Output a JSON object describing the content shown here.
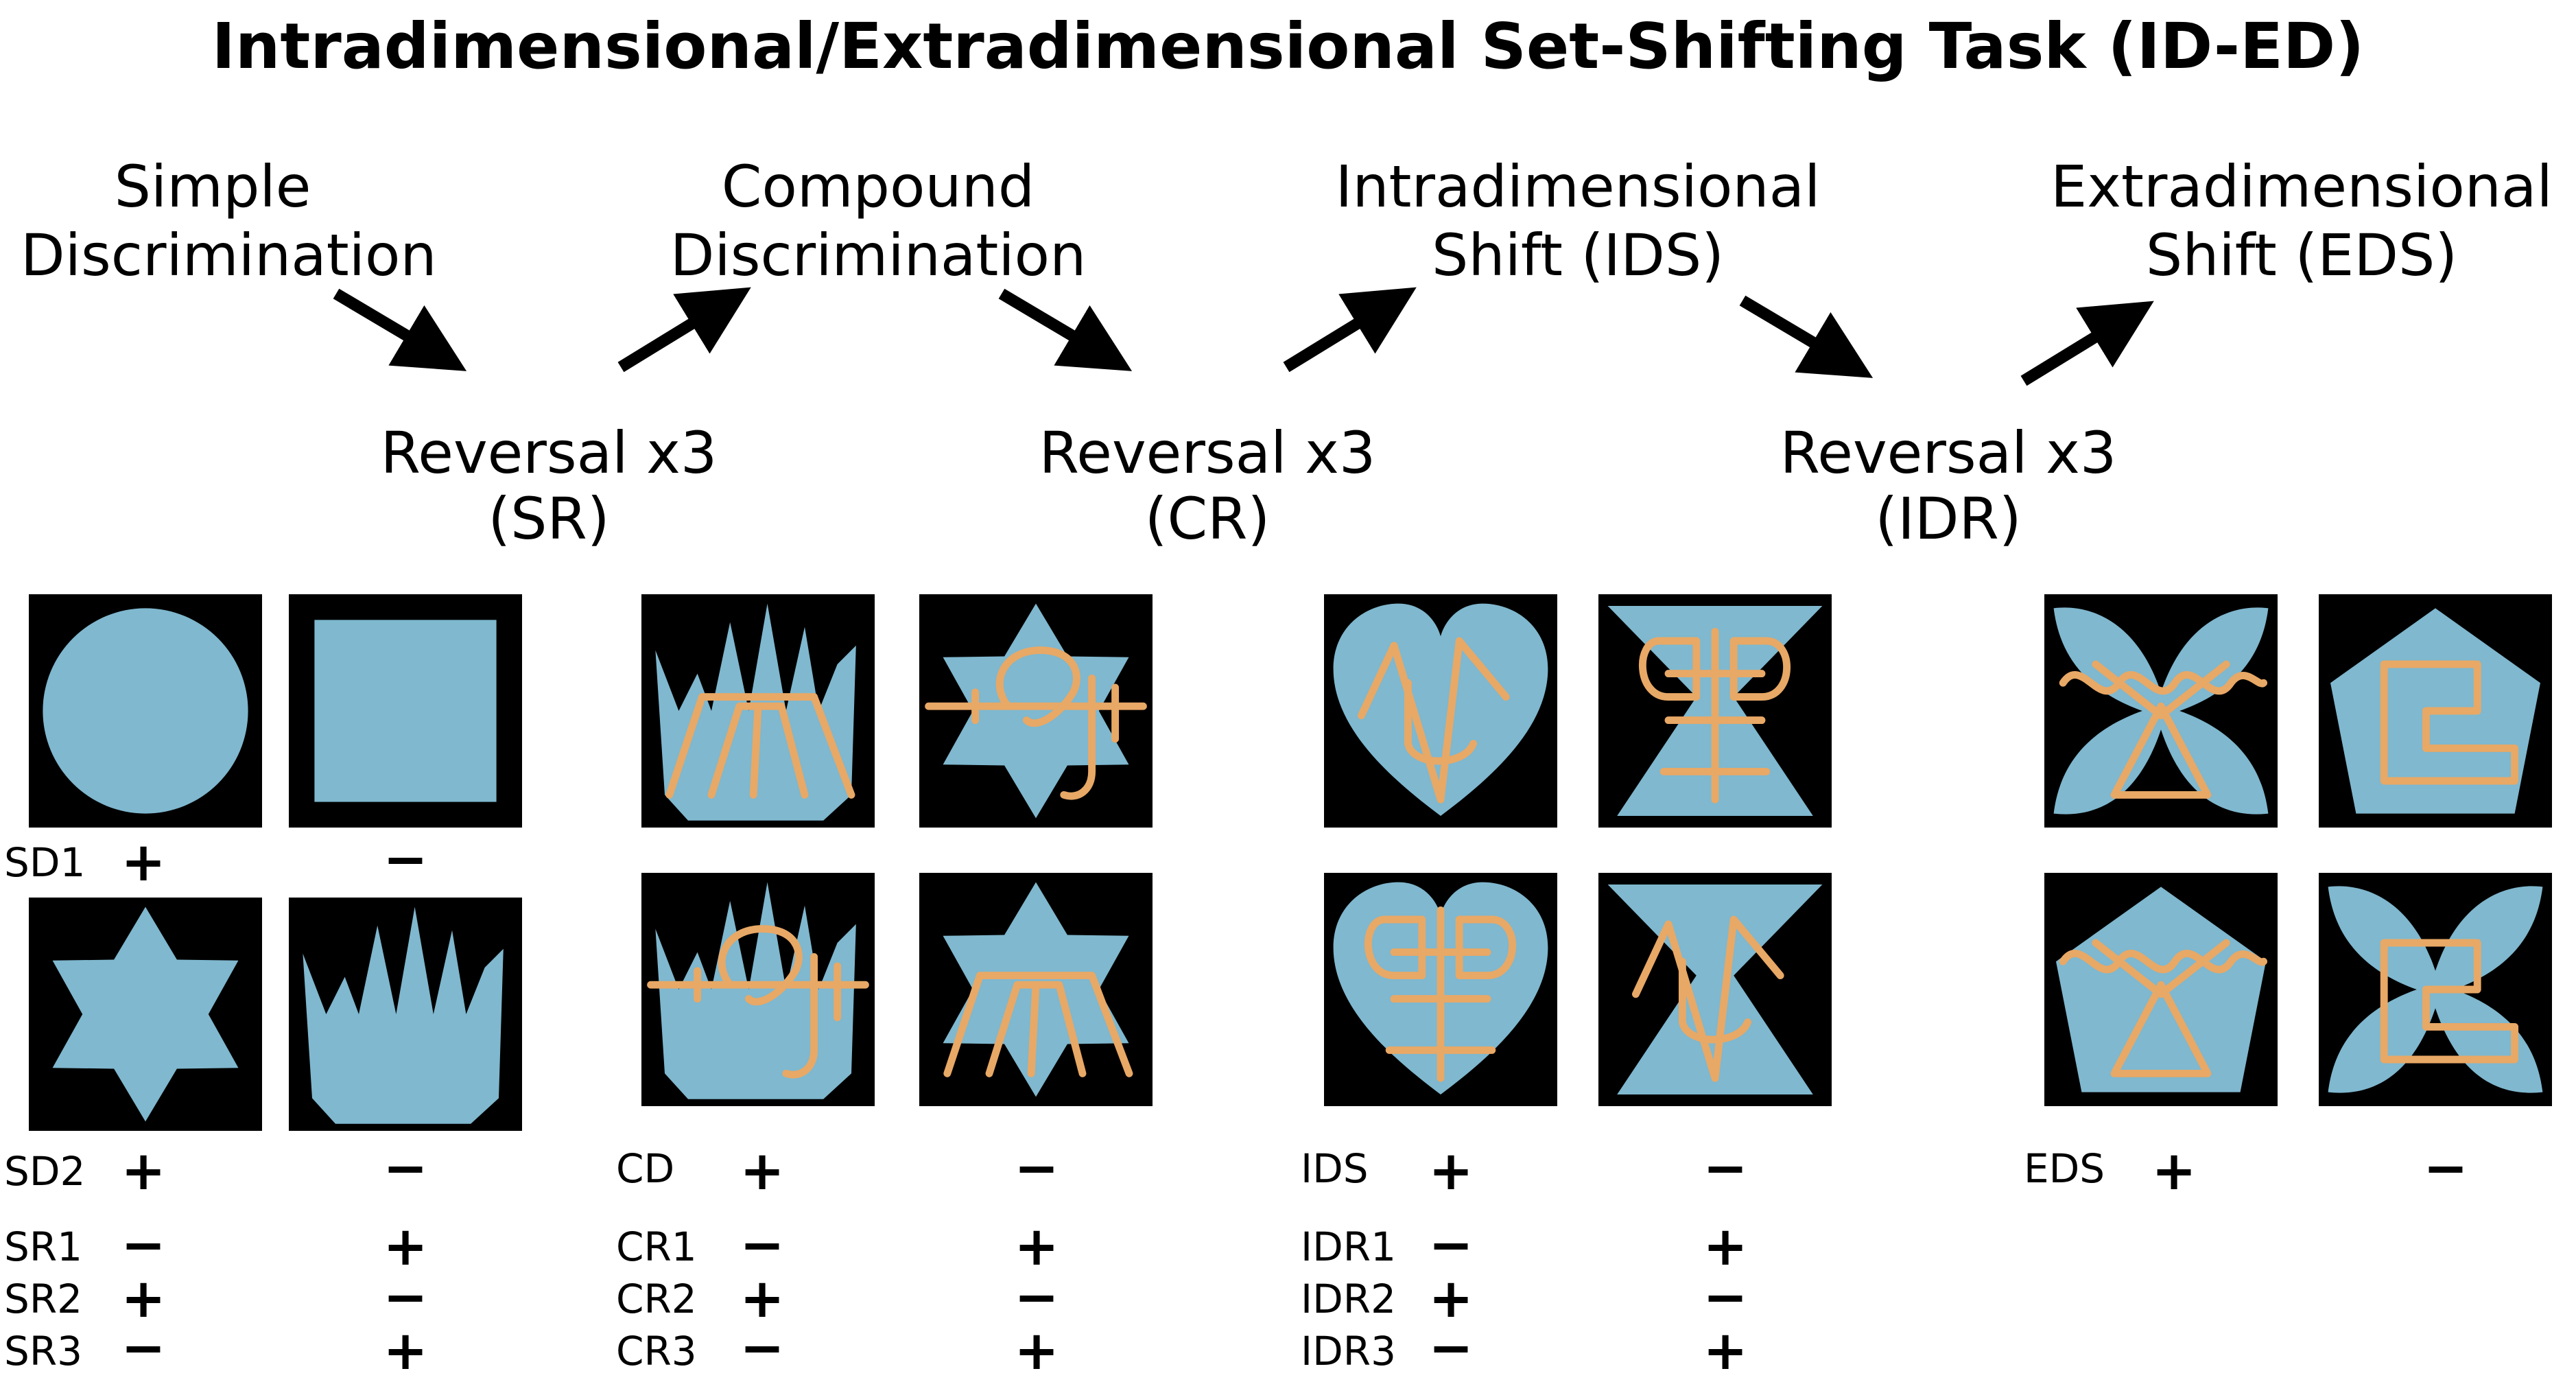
{
  "title": "Intradimensional/Extradimensional Set-Shifting Task (ID-ED)",
  "stages": [
    {
      "line1": "Simple",
      "line2": "Discrimination"
    },
    {
      "line1": "Compound",
      "line2": "Discrimination"
    },
    {
      "line1": "Intradimensional",
      "line2": "Shift (IDS)"
    },
    {
      "line1": "Extradimensional",
      "line2": "Shift (EDS)"
    }
  ],
  "reversals": [
    {
      "line1": "Reversal x3",
      "line2": "(SR)"
    },
    {
      "line1": "Reversal x3",
      "line2": "(CR)"
    },
    {
      "line1": "Reversal x3",
      "line2": "(IDR)"
    }
  ],
  "colors": {
    "tile_bg": "#000000",
    "shape": "#7fb8cf",
    "line": "#e8a866"
  },
  "groups": [
    {
      "label_upper": "SD1",
      "upper_left": "+",
      "upper_right": "−",
      "label_lower": "SD2",
      "lower_left": "+",
      "lower_right": "−",
      "rows": [
        {
          "label": "SR1",
          "left": "−",
          "right": "+"
        },
        {
          "label": "SR2",
          "left": "+",
          "right": "−"
        },
        {
          "label": "SR3",
          "left": "−",
          "right": "+"
        }
      ]
    },
    {
      "label_lower": "CD",
      "lower_left": "+",
      "lower_right": "−",
      "rows": [
        {
          "label": "CR1",
          "left": "−",
          "right": "+"
        },
        {
          "label": "CR2",
          "left": "+",
          "right": "−"
        },
        {
          "label": "CR3",
          "left": "−",
          "right": "+"
        }
      ]
    },
    {
      "label_lower": "IDS",
      "lower_left": "+",
      "lower_right": "−",
      "rows": [
        {
          "label": "IDR1",
          "left": "−",
          "right": "+"
        },
        {
          "label": "IDR2",
          "left": "+",
          "right": "−"
        },
        {
          "label": "IDR3",
          "left": "−",
          "right": "+"
        }
      ]
    },
    {
      "label_lower": "EDS",
      "lower_left": "+",
      "lower_right": "−"
    }
  ],
  "tiles": [
    {
      "shape": "circle",
      "line": "none"
    },
    {
      "shape": "square",
      "line": "none"
    },
    {
      "shape": "star",
      "line": "none"
    },
    {
      "shape": "crown",
      "line": "none"
    },
    {
      "shape": "crown",
      "line": "zigzag"
    },
    {
      "shape": "star",
      "line": "loop-cross"
    },
    {
      "shape": "crown",
      "line": "loop-cross"
    },
    {
      "shape": "star",
      "line": "zigzag"
    },
    {
      "shape": "heart",
      "line": "vee"
    },
    {
      "shape": "hourglass",
      "line": "cross-bar"
    },
    {
      "shape": "heart",
      "line": "cross-bar"
    },
    {
      "shape": "hourglass",
      "line": "vee"
    },
    {
      "shape": "flower",
      "line": "wave-triangle"
    },
    {
      "shape": "pentagon",
      "line": "meander"
    },
    {
      "shape": "pentagon",
      "line": "wave-triangle"
    },
    {
      "shape": "flower",
      "line": "meander"
    }
  ]
}
